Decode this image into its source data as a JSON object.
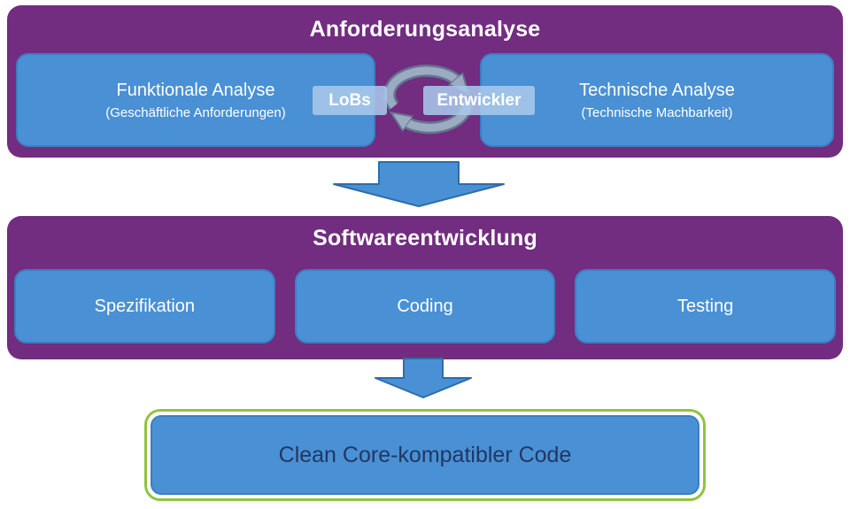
{
  "diagram": {
    "requirements": {
      "title": "Anforderungsanalyse",
      "functional_title": "Funktionale Analyse",
      "functional_subtitle": "(Geschäftliche Anforderungen)",
      "technical_title": "Technische Analyse",
      "technical_subtitle": "(Technische Machbarkeit)",
      "cycle_left": "LoBs",
      "cycle_right": "Entwickler"
    },
    "development": {
      "title": "Softwareentwicklung",
      "steps": [
        "Spezifikation",
        "Coding",
        "Testing"
      ]
    },
    "result": "Clean Core-kompatibler Code"
  },
  "colors": {
    "section_purple": "#722C80",
    "box_blue": "#4A90D4",
    "box_border_blue": "#3C7EC2",
    "arrow_blue_fill": "#4A90D4",
    "arrow_blue_border": "#2E6DA8",
    "cycle_gray": "#9AABC2",
    "cycle_gray_dark": "#64748E",
    "label_band_blue": "#A9C7E9",
    "result_border_green": "#8FC43F",
    "result_text_navy": "#1F3864",
    "text_white": "#FFFFFF"
  }
}
